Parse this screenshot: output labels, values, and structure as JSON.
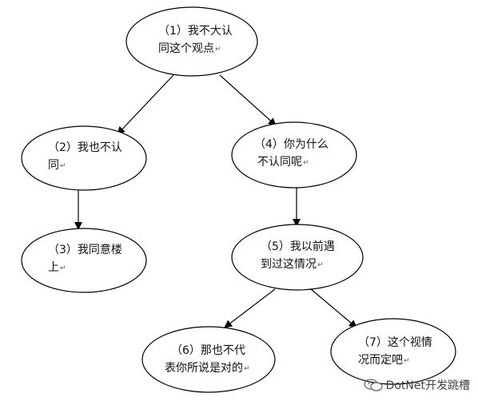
{
  "nodes": [
    {
      "id": "n1",
      "line1": "（1）我不大认",
      "line2": "同这个观点"
    },
    {
      "id": "n2",
      "line1": "（2）我也不认",
      "line2": "同"
    },
    {
      "id": "n3",
      "line1": "（3）我同意楼",
      "line2": "上"
    },
    {
      "id": "n4",
      "line1": "（4）你为什么",
      "line2": "不认同呢"
    },
    {
      "id": "n5",
      "line1": "（5）我以前遇",
      "line2": "到过这情况"
    },
    {
      "id": "n6",
      "line1": "（6）那也不代",
      "line2": "表你所说是对的"
    },
    {
      "id": "n7",
      "line1": "（7）这个视情",
      "line2": "况而定吧"
    }
  ],
  "return_mark": "↵",
  "edges": [
    {
      "from": "n1",
      "to": "n2"
    },
    {
      "from": "n1",
      "to": "n4"
    },
    {
      "from": "n2",
      "to": "n3"
    },
    {
      "from": "n4",
      "to": "n5"
    },
    {
      "from": "n5",
      "to": "n6"
    },
    {
      "from": "n5",
      "to": "n7"
    }
  ],
  "watermark": {
    "text": "DotNet开发跳槽",
    "icon": "chat-bubbles-icon"
  }
}
